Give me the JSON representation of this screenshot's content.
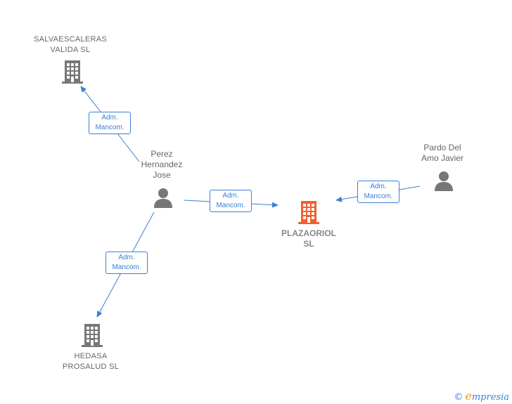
{
  "colors": {
    "edge": "#3a7fd5",
    "company_icon": "#777777",
    "main_company_icon": "#f06030",
    "person_icon": "#777777"
  },
  "nodes": {
    "salvaescaleras": {
      "line1": "SALVAESCALERAS",
      "line2": "VALIDA SL",
      "icon": "building-icon"
    },
    "perez": {
      "line1": "Perez",
      "line2": "Hernandez",
      "line3": "Jose",
      "icon": "person-icon"
    },
    "pardo": {
      "line1": "Pardo Del",
      "line2": "Amo Javier",
      "icon": "person-icon"
    },
    "plazaoriol": {
      "line1": "PLAZAORIOL",
      "line2": "SL",
      "icon": "building-icon"
    },
    "hedasa": {
      "line1": "HEDASA",
      "line2": "PROSALUD SL",
      "icon": "building-icon"
    }
  },
  "edges": {
    "e1": {
      "line1": "Adm.",
      "line2": "Mancom."
    },
    "e2": {
      "line1": "Adm.",
      "line2": "Mancom."
    },
    "e3": {
      "line1": "Adm.",
      "line2": "Mancom."
    },
    "e4": {
      "line1": "Adm.",
      "line2": "Mancom."
    }
  },
  "brand": {
    "copyright": "©",
    "first": "e",
    "rest": "mpresia"
  }
}
